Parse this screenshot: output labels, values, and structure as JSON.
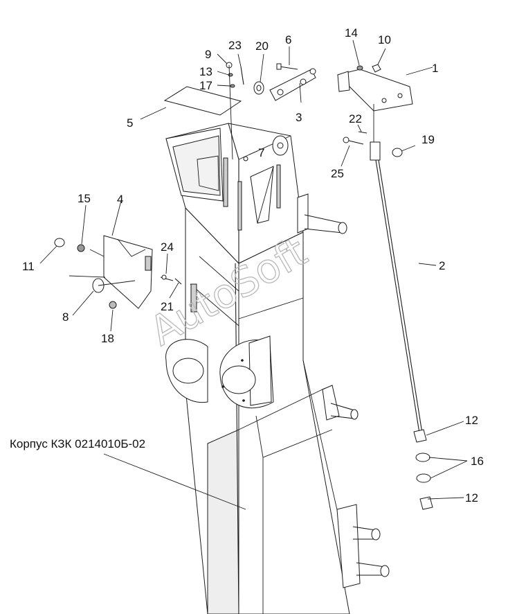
{
  "diagram": {
    "caption": "Корпус КЗК 0214010Б-02",
    "watermark": "AutoSoft",
    "callouts": [
      "1",
      "2",
      "3",
      "4",
      "5",
      "6",
      "7",
      "8",
      "9",
      "10",
      "11",
      "12",
      "12",
      "13",
      "14",
      "15",
      "16",
      "17",
      "18",
      "19",
      "20",
      "21",
      "22",
      "23",
      "24",
      "25"
    ]
  }
}
